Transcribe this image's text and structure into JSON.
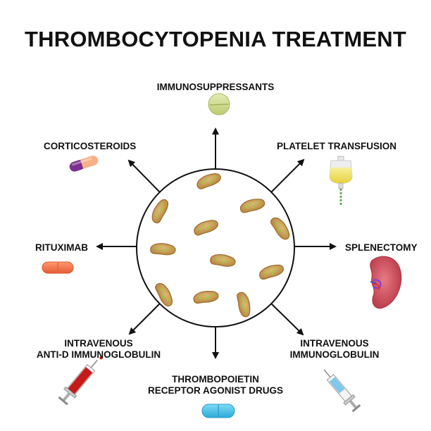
{
  "title": "THROMBOCYTOPENIA TREATMENT",
  "colors": {
    "arrow": "#111111",
    "circle_stroke": "#111111",
    "platelet_fill": "#c9a05c",
    "platelet_edge": "#9a6d2c",
    "granule": "#9acd3c",
    "tablet_green": "#d4e09a",
    "tablet_blue": "#58c8ea",
    "tablet_orange": "#f07a50",
    "capsule_purple": "#7b2f8e",
    "capsule_peach": "#f6b189",
    "spleen": "#d7525f",
    "blood": "#c41a1a",
    "bag_liquid": "#f0e36a"
  },
  "treatments": {
    "immunosuppressants": {
      "label": "IMMUNOSUPPRESSANTS",
      "icon": "green-tablet-icon"
    },
    "platelet_transfusion": {
      "label": "PLATELET TRANSFUSION",
      "icon": "transfusion-bag-icon"
    },
    "splenectomy": {
      "label": "SPLENECTOMY",
      "icon": "spleen-icon"
    },
    "iv_immunoglobulin": {
      "line1": "INTRAVENOUS",
      "line2": "IMMUNOGLOBULIN",
      "icon": "syringe-icon"
    },
    "tpo": {
      "line1": "THROMBOPOIETIN",
      "line2": "RECEPTOR AGONIST DRUGS",
      "icon": "blue-tablet-icon"
    },
    "anti_d": {
      "line1": "INTRAVENOUS",
      "line2": "ANTI-D IMMUNOGLOBULIN",
      "icon": "blood-syringe-icon"
    },
    "rituximab": {
      "label": "RITUXIMAB",
      "icon": "orange-tablet-icon"
    },
    "corticosteroids": {
      "label": "CORTICOSTEROIDS",
      "icon": "capsule-icon"
    }
  }
}
